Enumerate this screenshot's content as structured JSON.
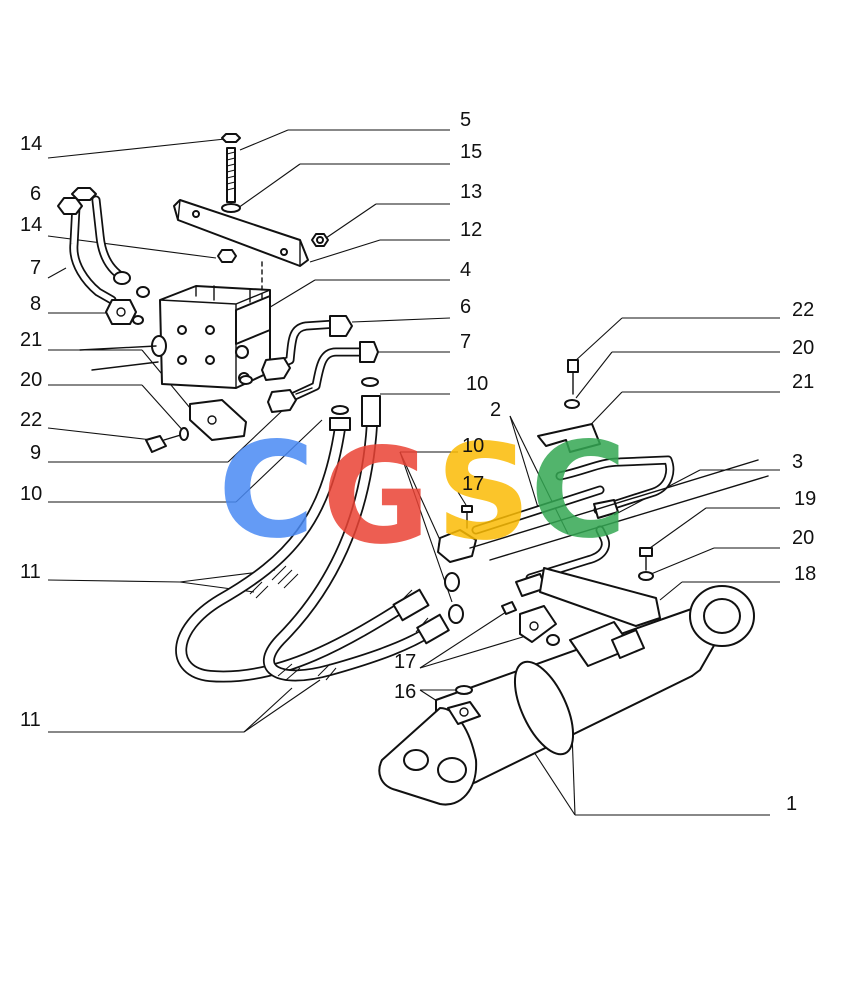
{
  "diagram": {
    "callouts": [
      "14",
      "5",
      "15",
      "13",
      "12",
      "6",
      "14",
      "7",
      "4",
      "8",
      "6",
      "21",
      "7",
      "20",
      "10",
      "22",
      "9",
      "2",
      "10",
      "10",
      "17",
      "3",
      "11",
      "22",
      "20",
      "21",
      "19",
      "20",
      "18",
      "17",
      "16",
      "11",
      "1"
    ]
  },
  "watermark": {
    "letters": [
      "C",
      "G",
      "S",
      "C"
    ],
    "colors": [
      "#4a8af4",
      "#ea4335",
      "#fbbc05",
      "#34a853"
    ]
  }
}
